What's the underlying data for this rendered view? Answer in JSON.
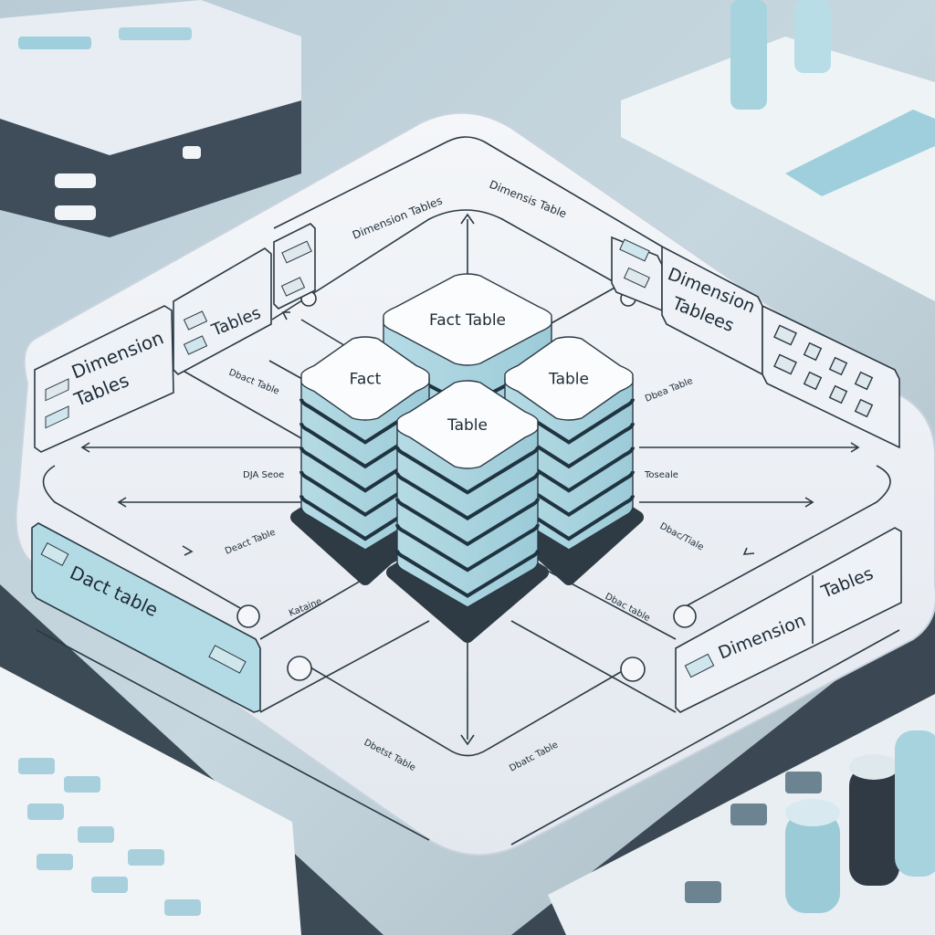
{
  "diagram": {
    "stacks": [
      {
        "label": "Fact Table"
      },
      {
        "label": "Fact"
      },
      {
        "label": "Table"
      },
      {
        "label": "Table"
      }
    ],
    "panels": {
      "left_dimension": {
        "line1": "Dimension",
        "line2": "Tables"
      },
      "left_tables": {
        "label": "Tables"
      },
      "right_dimension": {
        "line1": "Dimension",
        "line2": "Tablees"
      },
      "bottom_left": {
        "label": "Dact table"
      },
      "bottom_right": {
        "label1": "Dimension",
        "label2": "Tables"
      }
    },
    "edge_labels": {
      "top_left": "Dimension Tables",
      "top_right": "Dimensis Table",
      "left_upper": "Dbact Table",
      "left_mid": "DJA Seoe",
      "left_lower": "Deact Table",
      "left_bottom": "Kataine",
      "right_upper": "Dbea Table",
      "right_mid": "Toseale",
      "right_lower": "Dbac/Tiale",
      "right_bottom": "Dbac table",
      "bottom_left": "Dbetst Table",
      "bottom_right": "Dbatc Table"
    },
    "colors": {
      "accent": "#a9d3df",
      "platform": "#eef2f7",
      "dark": "#2e3a44"
    }
  }
}
